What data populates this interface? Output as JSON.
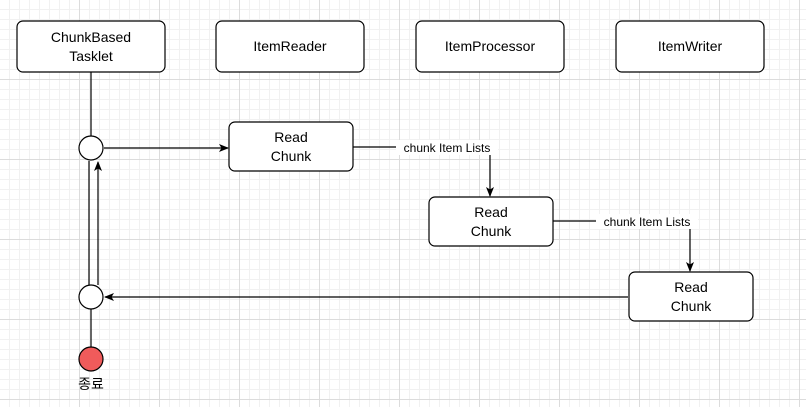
{
  "participants": {
    "tasklet": {
      "line1": "ChunkBased",
      "line2": "Tasklet"
    },
    "reader": {
      "label": "ItemReader"
    },
    "processor": {
      "label": "ItemProcessor"
    },
    "writer": {
      "label": "ItemWriter"
    }
  },
  "steps": {
    "read1": {
      "line1": "Read",
      "line2": "Chunk"
    },
    "read2": {
      "line1": "Read",
      "line2": "Chunk"
    },
    "read3": {
      "line1": "Read",
      "line2": "Chunk"
    }
  },
  "edges": {
    "label1": "chunk Item Lists",
    "label2": "chunk Item Lists"
  },
  "end_node": {
    "label": "종료",
    "color": "#f05b5b"
  }
}
